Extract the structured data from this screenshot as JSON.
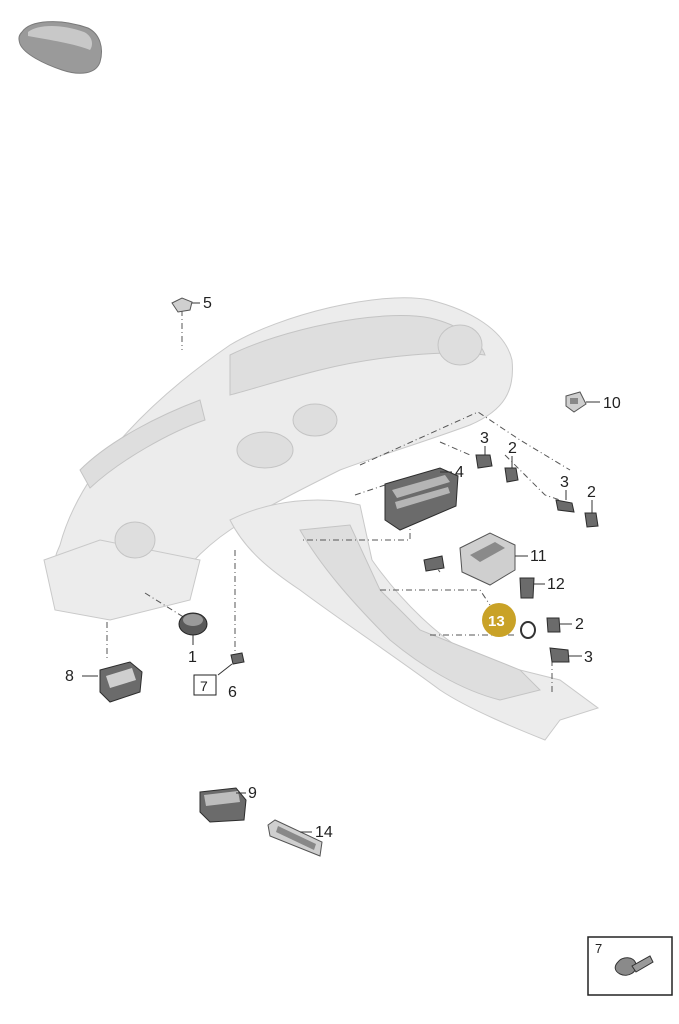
{
  "callouts": {
    "c1": "1",
    "c2a": "2",
    "c2b": "2",
    "c2c": "2",
    "c3a": "3",
    "c3b": "3",
    "c3c": "3",
    "c4": "4",
    "c5": "5",
    "c6": "6",
    "c7_boxed": "7",
    "c8": "8",
    "c9": "9",
    "c10": "10",
    "c11": "11",
    "c12": "12",
    "c13": "13",
    "c14": "14"
  },
  "detail_box": {
    "label": "7"
  },
  "colors": {
    "highlight": "#C9A227",
    "ghost_fill": "#ECECEC",
    "part_fill": "#6B6B6B"
  },
  "icons": [
    "car-silhouette-icon",
    "screw-icon"
  ]
}
